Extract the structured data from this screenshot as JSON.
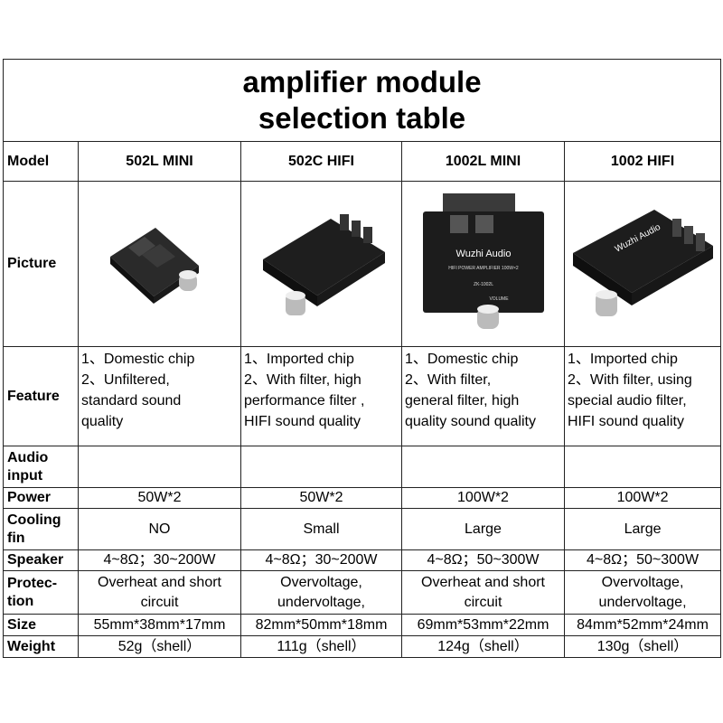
{
  "title": [
    "amplifier module",
    "selection table"
  ],
  "row_labels": {
    "model": "Model",
    "picture": "Picture",
    "feature": "Feature",
    "audio_input": [
      "Audio",
      "input"
    ],
    "power": "Power",
    "cooling": [
      "Cooling",
      "fin"
    ],
    "speaker": "Speaker",
    "protection": [
      "Protec-",
      "tion"
    ],
    "size": "Size",
    "weight": "Weight"
  },
  "models": [
    {
      "name": "502L MINI",
      "feature": [
        "1、Domestic chip",
        "2、Unfiltered,",
        "standard sound",
        "quality"
      ],
      "power": "50W*2",
      "cooling": "NO",
      "speaker": "4~8Ω；30~200W",
      "protection": [
        "Overheat and short",
        "circuit"
      ],
      "size": "55mm*38mm*17mm",
      "weight": "52g（shell）"
    },
    {
      "name": "502C HIFI",
      "feature": [
        "1、Imported chip",
        "2、With filter, high",
        "performance filter ,",
        "HIFI sound quality"
      ],
      "power": "50W*2",
      "cooling": "Small",
      "speaker": "4~8Ω；30~200W",
      "protection": [
        "Overvoltage,",
        "undervoltage,"
      ],
      "size": "82mm*50mm*18mm",
      "weight": "111g（shell）"
    },
    {
      "name": "1002L MINI",
      "feature": [
        "1、Domestic chip",
        "2、With filter,",
        "general filter, high",
        "quality sound quality"
      ],
      "power": "100W*2",
      "cooling": "Large",
      "speaker": "4~8Ω；50~300W",
      "protection": [
        "Overheat and short",
        "circuit"
      ],
      "size": "69mm*53mm*22mm",
      "weight": "124g（shell）",
      "board_text": [
        "Wuzhi Audio",
        "HIFI POWER AMPLIFIER 100W×2",
        "ZK-1002L",
        "VOLUME"
      ]
    },
    {
      "name": "1002 HIFI",
      "feature": [
        "1、Imported chip",
        "2、With filter, using",
        "special audio filter,",
        "HIFI sound quality"
      ],
      "power": "100W*2",
      "cooling": "Large",
      "speaker": "4~8Ω；50~300W",
      "protection": [
        "Overvoltage,",
        "undervoltage,"
      ],
      "size": "84mm*52mm*24mm",
      "weight": "130g（shell）",
      "board_text": [
        "Wuzhi Audio"
      ]
    }
  ]
}
